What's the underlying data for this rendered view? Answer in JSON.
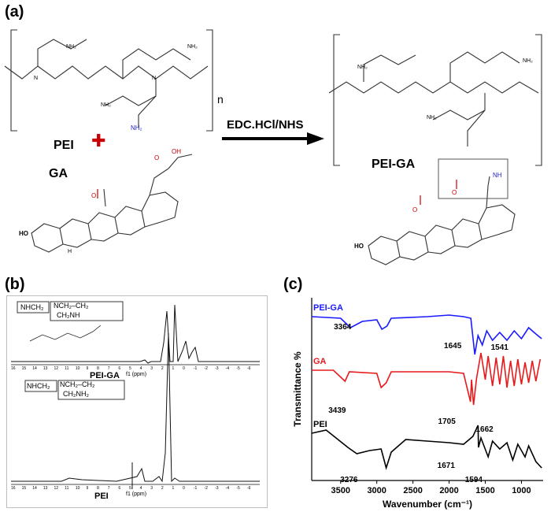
{
  "panels": {
    "a": "(a)",
    "b": "(b)",
    "c": "(c)"
  },
  "scheme": {
    "pei_label": "PEI",
    "plus": "✚",
    "ga_label": "GA",
    "repeat_n": "n",
    "reagents": "EDC.HCl/NHS",
    "product_label": "PEI-GA",
    "nh2": "NH₂",
    "nh": "NH",
    "n": "N",
    "o": "O",
    "oh": "OH",
    "ho": "HO",
    "h": "H"
  },
  "nmr": {
    "top_label": "PEI-GA",
    "bottom_label": "PEI",
    "axis_unit": "f1 (ppm)",
    "ticks": [
      "16",
      "15",
      "14",
      "13",
      "12",
      "11",
      "10",
      "9",
      "8",
      "7",
      "6",
      "5",
      "4",
      "3",
      "2",
      "1",
      "0",
      "-1",
      "-2",
      "-3",
      "-4",
      "-5",
      "-6"
    ],
    "structure_top_l1": "NHCH₂",
    "structure_top_l2": "NCH₂–CH₂",
    "structure_top_l3": "CH₂NH",
    "structure_bot_l1": "NHCH₂",
    "structure_bot_l2": "NCH₂–CH₂",
    "structure_bot_l3": "CH₂NH₂"
  },
  "chart_data": {
    "type": "line",
    "xlabel": "Wavenumber (cm⁻¹)",
    "ylabel": "Transmittance %",
    "xlim": [
      3900,
      700
    ],
    "x_reversed": true,
    "xticks": [
      3500,
      3000,
      2500,
      2000,
      1500,
      1000
    ],
    "series": [
      {
        "name": "PEI-GA",
        "color": "#1a1aff",
        "annotations": [
          {
            "label": "3364",
            "x": 3364
          },
          {
            "label": "1645",
            "x": 1645
          },
          {
            "label": "1541",
            "x": 1541
          }
        ]
      },
      {
        "name": "GA",
        "color": "#e8191b",
        "annotations": [
          {
            "label": "3439",
            "x": 3439
          },
          {
            "label": "1705",
            "x": 1705
          },
          {
            "label": "1662",
            "x": 1662
          }
        ]
      },
      {
        "name": "PEI",
        "color": "#000000",
        "annotations": [
          {
            "label": "3276",
            "x": 3276
          },
          {
            "label": "1671",
            "x": 1671
          },
          {
            "label": "1594",
            "x": 1594
          }
        ]
      }
    ]
  }
}
